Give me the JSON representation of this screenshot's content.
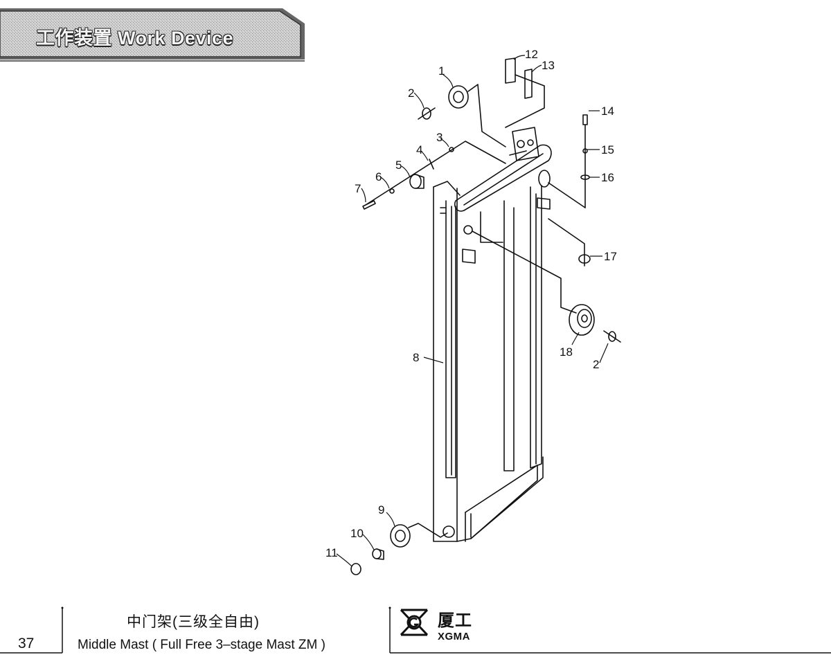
{
  "header": {
    "title": "工作装置 Work Device"
  },
  "callouts": [
    {
      "id": "c1",
      "text": "1"
    },
    {
      "id": "c2a",
      "text": "2"
    },
    {
      "id": "c3",
      "text": "3"
    },
    {
      "id": "c4",
      "text": "4"
    },
    {
      "id": "c5",
      "text": "5"
    },
    {
      "id": "c6",
      "text": "6"
    },
    {
      "id": "c7",
      "text": "7"
    },
    {
      "id": "c8",
      "text": "8"
    },
    {
      "id": "c9",
      "text": "9"
    },
    {
      "id": "c10",
      "text": "10"
    },
    {
      "id": "c11",
      "text": "11"
    },
    {
      "id": "c12",
      "text": "12"
    },
    {
      "id": "c13",
      "text": "13"
    },
    {
      "id": "c14",
      "text": "14"
    },
    {
      "id": "c15",
      "text": "15"
    },
    {
      "id": "c16",
      "text": "16"
    },
    {
      "id": "c17",
      "text": "17"
    },
    {
      "id": "c18",
      "text": "18"
    },
    {
      "id": "c2b",
      "text": "2"
    }
  ],
  "footer": {
    "page_number": "37",
    "title_cn": "中门架(三级全自由)",
    "title_en": "Middle Mast ( Full Free 3–stage Mast ZM )",
    "brand_cn": "厦工",
    "brand_en": "XGMA"
  }
}
